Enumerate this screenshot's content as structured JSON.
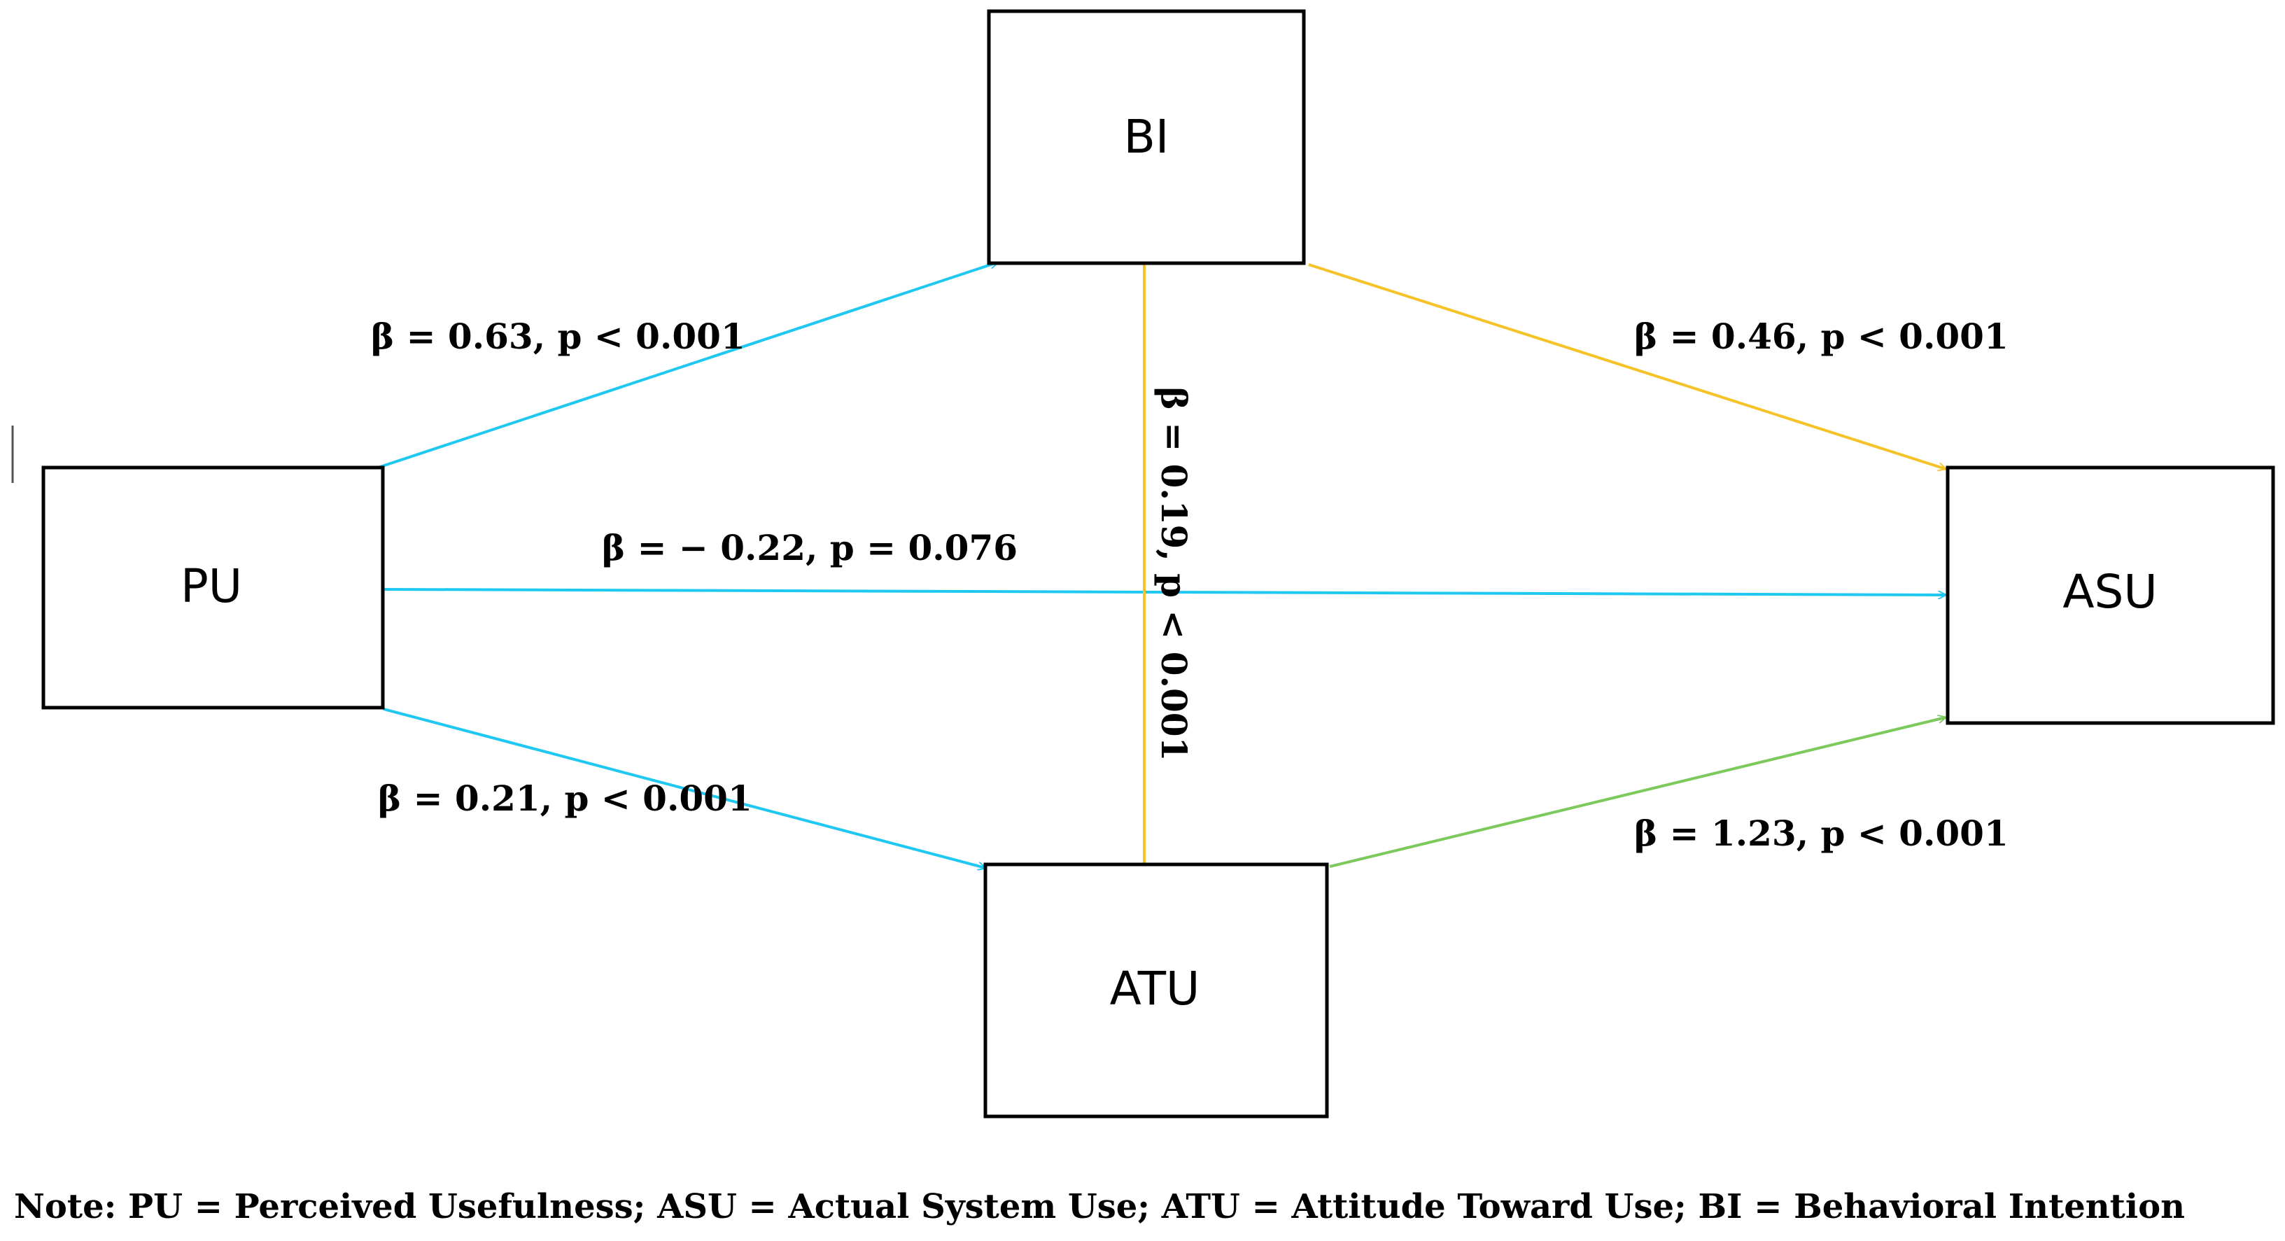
{
  "nodes": {
    "bi": {
      "label": "BI"
    },
    "pu": {
      "label": "PU"
    },
    "asu": {
      "label": "ASU"
    },
    "atu": {
      "label": "ATU"
    }
  },
  "edges": {
    "pu_bi": {
      "label": "β = 0.63, p < 0.001",
      "color": "#1EC8F0"
    },
    "bi_asu": {
      "label": "β = 0.46, p < 0.001",
      "color": "#F5C228"
    },
    "pu_asu": {
      "label": "β = − 0.22, p = 0.076",
      "color": "#1EC8F0"
    },
    "bi_atu": {
      "label": "β = 0.19, p < 0.001",
      "color": "#F5C228"
    },
    "pu_atu": {
      "label": "β = 0.21, p < 0.001",
      "color": "#1EC8F0"
    },
    "atu_asu": {
      "label": "β = 1.23, p < 0.001",
      "color": "#7CC95C"
    }
  },
  "note": "Note: PU = Perceived Usefulness; ASU = Actual System Use; ATU = Attitude Toward Use; BI = Behavioral Intention"
}
